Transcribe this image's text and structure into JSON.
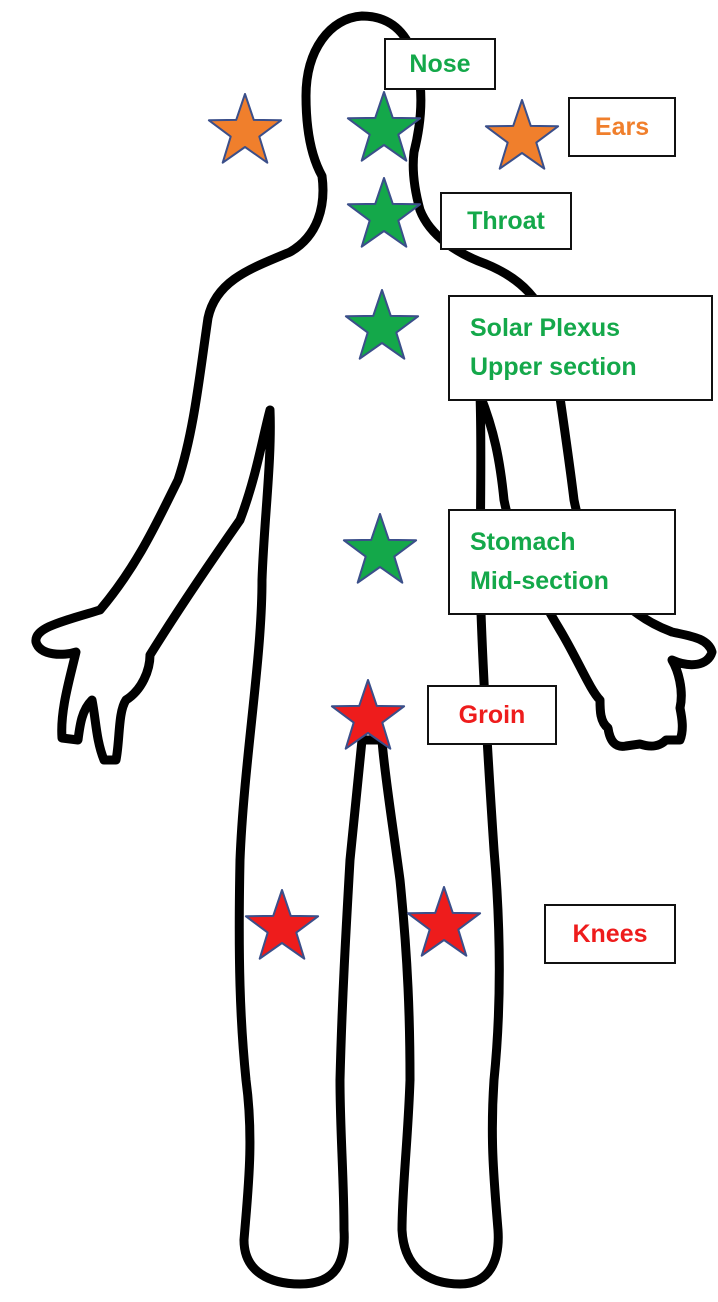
{
  "colors": {
    "green": "#14a84a",
    "orange": "#f07f2c",
    "red": "#ee1c1c",
    "star_outline": "#3b4f8a",
    "body_outline": "#000000"
  },
  "labels": {
    "nose": "Nose",
    "ears": "Ears",
    "throat": "Throat",
    "solar_plexus": "Solar Plexus",
    "upper_section": "Upper section",
    "stomach": "Stomach",
    "mid_section": "Mid-section",
    "groin": "Groin",
    "knees": "Knees"
  },
  "markers": [
    {
      "point": "left-ear",
      "color": "orange"
    },
    {
      "point": "nose",
      "color": "green"
    },
    {
      "point": "right-ear",
      "color": "orange"
    },
    {
      "point": "throat",
      "color": "green"
    },
    {
      "point": "solar-plexus",
      "color": "green"
    },
    {
      "point": "stomach",
      "color": "green"
    },
    {
      "point": "groin",
      "color": "red"
    },
    {
      "point": "left-knee",
      "color": "red"
    },
    {
      "point": "right-knee",
      "color": "red"
    }
  ]
}
